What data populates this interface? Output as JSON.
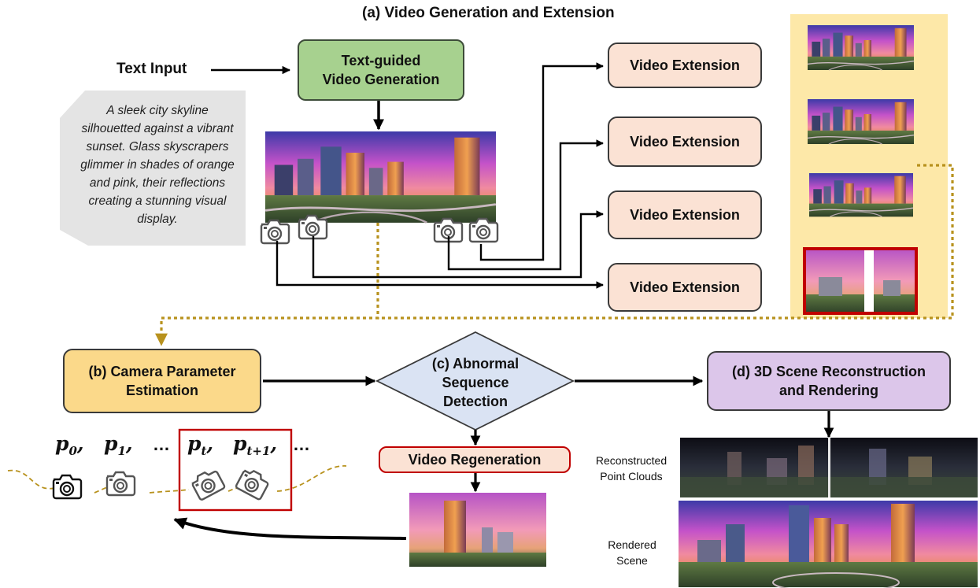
{
  "title": "(a) Video Generation and Extension",
  "text_input": "Text Input",
  "prompt": "A sleek city skyline silhouetted against a vibrant sunset. Glass skyscrapers glimmer in shades of orange and pink, their reflections creating a stunning visual display.",
  "text_guided": "Text-guided\nVideo Generation",
  "extensions": [
    "Video Extension",
    "Video Extension",
    "Video Extension",
    "Video Extension"
  ],
  "camera_estimation": "(b) Camera Parameter\nEstimation",
  "abnormal": "(c) Abnormal\nSequence\nDetection",
  "reconstruction": "(d) 3D Scene Reconstruction\nand Rendering",
  "regeneration": "Video Regeneration",
  "pose_labels": [
    "p",
    "p",
    "p",
    "p"
  ],
  "pose_subs": [
    "0",
    "1",
    "t",
    "t+1"
  ],
  "pose_dots": [
    "…",
    "…"
  ],
  "point_clouds_label": "Reconstructed\nPoint Clouds",
  "rendered_label": "Rendered\nScene",
  "colors": {
    "green": "#a7d18f",
    "peach": "#fbe2d4",
    "yellow": "#fbd98a",
    "purple": "#dcc6ea",
    "diamond": "#dae3f3",
    "highlight_red": "#c00000",
    "dashed_gold": "#b8921e",
    "panel": "#fde8a8"
  }
}
